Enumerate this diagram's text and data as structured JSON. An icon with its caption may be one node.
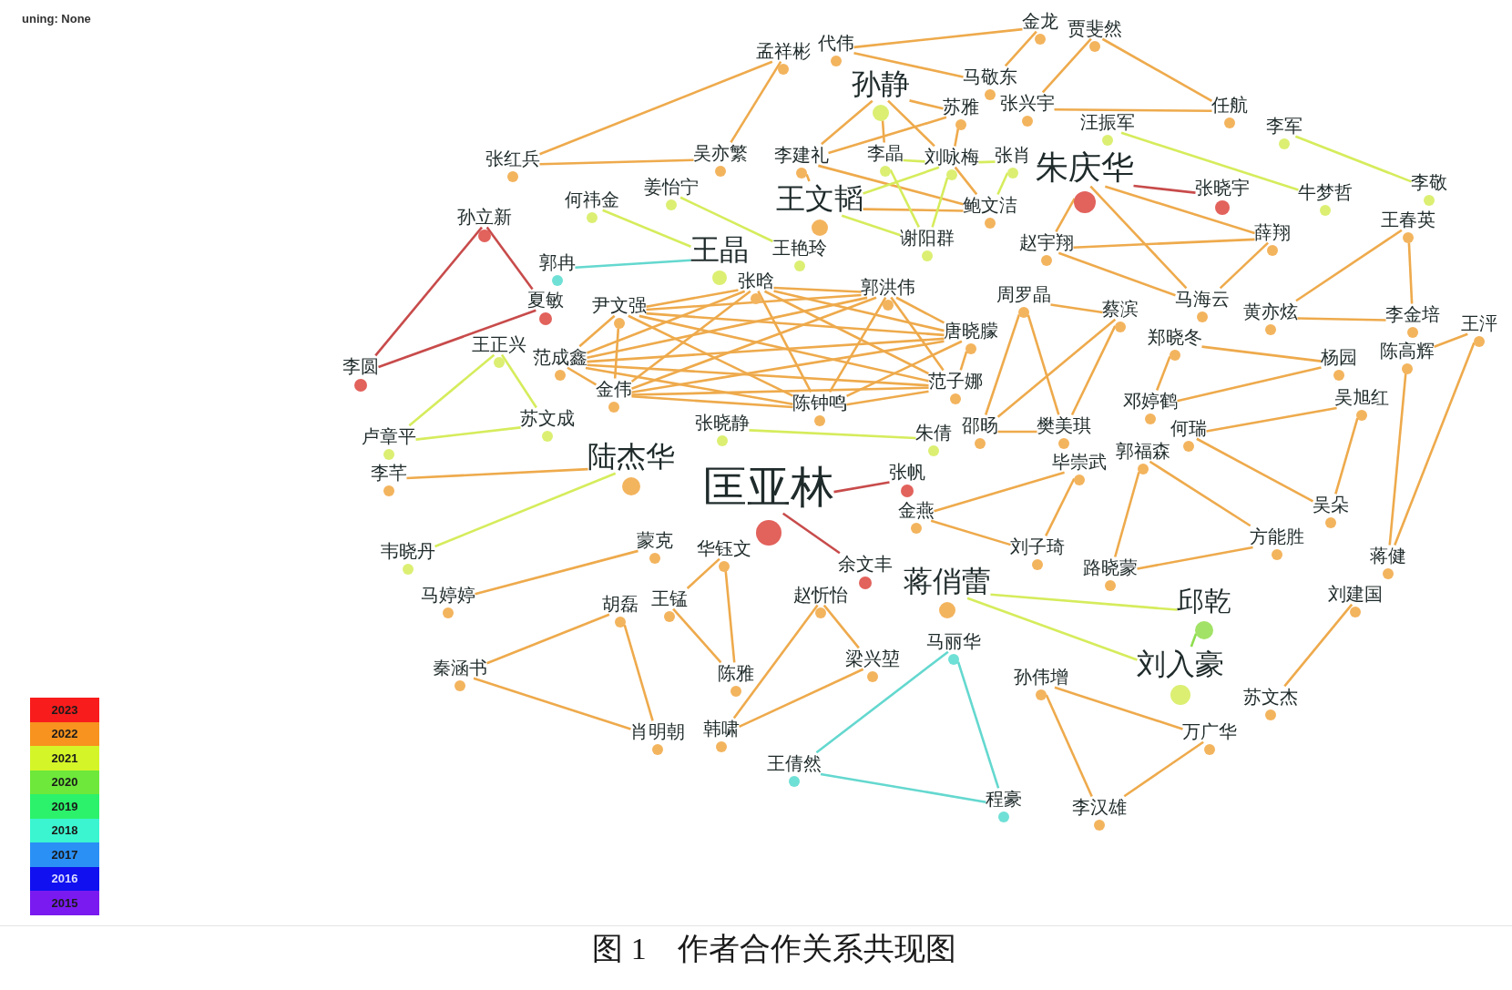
{
  "diagram": {
    "caption": "图 1　作者合作关系共现图",
    "nodes": [
      {
        "text": [
          "金龙"
        ]
      },
      {
        "text": [
          "贾斐然"
        ]
      },
      {
        "text": [
          "代伟"
        ]
      },
      {
        "text": [
          "孟祥彬"
        ]
      },
      {
        "text": [
          "马敬东"
        ]
      },
      {
        "text": [
          "孙静"
        ]
      },
      {
        "text": [
          "苏雅"
        ]
      },
      {
        "text": [
          "张兴宇"
        ]
      },
      {
        "text": [
          "任航"
        ]
      },
      {
        "text": [
          "李军"
        ]
      },
      {
        "text": [
          "汪振军"
        ]
      },
      {
        "text": [
          "张红兵"
        ]
      },
      {
        "text": [
          "吴亦繁"
        ]
      },
      {
        "text": [
          "李建礼"
        ]
      },
      {
        "text": [
          "李晶"
        ]
      },
      {
        "text": [
          "刘咏梅"
        ]
      },
      {
        "text": [
          "张肖"
        ]
      },
      {
        "text": [
          "朱庆华"
        ]
      },
      {
        "text": [
          "李敬"
        ]
      },
      {
        "text": [
          "张晓宇"
        ]
      },
      {
        "text": [
          "牛梦哲"
        ]
      },
      {
        "text": [
          "何祎金"
        ]
      },
      {
        "text": [
          "姜怡宁"
        ]
      },
      {
        "text": [
          "王文韬"
        ]
      },
      {
        "text": [
          "鲍文洁"
        ]
      },
      {
        "text": [
          "孙立新"
        ]
      },
      {
        "text": [
          "王春英"
        ]
      },
      {
        "text": [
          "薛翔"
        ]
      },
      {
        "text": [
          "王艳玲"
        ]
      },
      {
        "text": [
          "谢阳群"
        ]
      },
      {
        "text": [
          "赵宇翔"
        ]
      },
      {
        "text": [
          "郭冉"
        ]
      },
      {
        "text": [
          "王晶"
        ]
      },
      {
        "text": [
          "夏敏"
        ]
      },
      {
        "text": [
          "尹文强"
        ]
      },
      {
        "text": [
          "张晗"
        ]
      },
      {
        "text": [
          "郭洪伟"
        ]
      },
      {
        "text": [
          "周罗晶"
        ]
      },
      {
        "text": [
          "马海云"
        ]
      },
      {
        "text": [
          "黄亦炫"
        ]
      },
      {
        "text": [
          "蔡滨"
        ]
      },
      {
        "text": [
          "李金培"
        ]
      },
      {
        "text": [
          "王泙"
        ]
      },
      {
        "text": [
          "郑晓冬"
        ]
      },
      {
        "text": [
          "唐晓朦"
        ]
      },
      {
        "text": [
          "范成鑫"
        ]
      },
      {
        "text": [
          "王正兴"
        ]
      },
      {
        "text": [
          "杨园"
        ]
      },
      {
        "text": [
          "陈高辉"
        ]
      },
      {
        "text": [
          "李圆"
        ]
      },
      {
        "text": [
          "范子娜"
        ]
      },
      {
        "text": [
          "金伟"
        ]
      },
      {
        "text": [
          "邓婷鹤"
        ]
      },
      {
        "text": [
          "吴旭红"
        ]
      },
      {
        "text": [
          "陈钟鸣"
        ]
      },
      {
        "text": [
          "苏文成"
        ]
      },
      {
        "text": [
          "卢章平"
        ]
      },
      {
        "text": [
          "何瑞"
        ]
      },
      {
        "text": [
          "朱倩"
        ]
      },
      {
        "text": [
          "邵旸"
        ]
      },
      {
        "text": [
          "樊美琪"
        ]
      },
      {
        "text": [
          "张晓静"
        ]
      },
      {
        "text": [
          "毕崇武"
        ]
      },
      {
        "text": [
          "郭福森"
        ]
      },
      {
        "text": [
          "陆杰华"
        ]
      },
      {
        "text": [
          "李芊"
        ]
      },
      {
        "text": [
          "张帆"
        ]
      },
      {
        "text": [
          "匡亚林"
        ]
      },
      {
        "text": [
          "吴朵"
        ]
      },
      {
        "text": [
          "金燕"
        ]
      },
      {
        "text": [
          "方能胜"
        ]
      },
      {
        "text": [
          "刘子琦"
        ]
      },
      {
        "text": [
          "蒙克"
        ]
      },
      {
        "text": [
          "华钰文"
        ]
      },
      {
        "text": [
          "韦晓丹"
        ]
      },
      {
        "text": [
          "蒋健"
        ]
      },
      {
        "text": [
          "余文丰"
        ]
      },
      {
        "text": [
          "路晓蒙"
        ]
      },
      {
        "text": [
          "蒋俏蕾"
        ]
      },
      {
        "text": [
          "马婷婷"
        ]
      },
      {
        "text": [
          "刘建国"
        ]
      },
      {
        "text": [
          "赵忻怡"
        ]
      },
      {
        "text": [
          "胡磊"
        ]
      },
      {
        "text": [
          "王锰"
        ]
      },
      {
        "text": [
          "邱乾"
        ]
      },
      {
        "text": [
          "马丽华"
        ]
      },
      {
        "text": [
          "梁兴堃"
        ]
      },
      {
        "text": [
          "秦涵书"
        ]
      },
      {
        "text": [
          "陈雅"
        ]
      },
      {
        "text": [
          "刘入豪"
        ]
      },
      {
        "text": [
          "孙伟增"
        ]
      },
      {
        "text": [
          "苏文杰"
        ]
      },
      {
        "text": [
          "肖明朝"
        ]
      },
      {
        "text": [
          "韩啸"
        ]
      },
      {
        "text": [
          "万广华"
        ]
      },
      {
        "text": [
          "王倩然"
        ]
      },
      {
        "text": [
          "程豪"
        ]
      },
      {
        "text": [
          "李汉雄"
        ]
      }
    ],
    "edges": [
      {
        "from": 2,
        "to": 0,
        "arrow": "none"
      },
      {
        "from": 2,
        "to": 4,
        "arrow": "none"
      },
      {
        "from": 0,
        "to": 4,
        "arrow": "none"
      },
      {
        "from": 1,
        "to": 7,
        "arrow": "none"
      },
      {
        "from": 1,
        "to": 8,
        "arrow": "none"
      },
      {
        "from": 7,
        "to": 8,
        "arrow": "none"
      },
      {
        "from": 9,
        "to": 18,
        "arrow": "none",
        "color": "#d6ec5c"
      },
      {
        "from": 10,
        "to": 20,
        "arrow": "none",
        "color": "#d6ec5c"
      },
      {
        "from": 3,
        "to": 11,
        "arrow": "none"
      },
      {
        "from": 3,
        "to": 12,
        "arrow": "none"
      },
      {
        "from": 11,
        "to": 12,
        "arrow": "none"
      },
      {
        "from": 5,
        "to": 13,
        "arrow": "none"
      },
      {
        "from": 5,
        "to": 14,
        "arrow": "none"
      },
      {
        "from": 5,
        "to": 6,
        "arrow": "none"
      },
      {
        "from": 5,
        "to": 15,
        "arrow": "none"
      },
      {
        "from": 6,
        "to": 13,
        "arrow": "none"
      },
      {
        "from": 6,
        "to": 15,
        "arrow": "none"
      },
      {
        "from": 13,
        "to": 23,
        "arrow": "none"
      },
      {
        "from": 13,
        "to": 24,
        "arrow": "none"
      },
      {
        "from": 23,
        "to": 24,
        "arrow": "none"
      },
      {
        "from": 15,
        "to": 24,
        "arrow": "none"
      },
      {
        "from": 14,
        "to": 15,
        "arrow": "none",
        "color": "#d6ec5c"
      },
      {
        "from": 14,
        "to": 29,
        "arrow": "none",
        "color": "#d6ec5c"
      },
      {
        "from": 15,
        "to": 16,
        "arrow": "none",
        "color": "#d6ec5c"
      },
      {
        "from": 15,
        "to": 29,
        "arrow": "none",
        "color": "#d6ec5c"
      },
      {
        "from": 23,
        "to": 15,
        "arrow": "none",
        "color": "#d6ec5c"
      },
      {
        "from": 23,
        "to": 29,
        "arrow": "none",
        "color": "#d6ec5c"
      },
      {
        "from": 16,
        "to": 24,
        "arrow": "none",
        "color": "#d6ec5c"
      },
      {
        "from": 17,
        "to": 19,
        "arrow": "none",
        "color": "#c84b4b"
      },
      {
        "from": 17,
        "to": 30,
        "arrow": "none"
      },
      {
        "from": 17,
        "to": 27,
        "arrow": "none"
      },
      {
        "from": 17,
        "to": 38,
        "arrow": "none"
      },
      {
        "from": 30,
        "to": 27,
        "arrow": "none"
      },
      {
        "from": 30,
        "to": 38,
        "arrow": "none"
      },
      {
        "from": 27,
        "to": 38,
        "arrow": "none"
      },
      {
        "from": 26,
        "to": 39,
        "arrow": "none"
      },
      {
        "from": 26,
        "to": 41,
        "arrow": "none"
      },
      {
        "from": 39,
        "to": 41,
        "arrow": "none"
      },
      {
        "from": 25,
        "to": 33,
        "arrow": "none",
        "color": "#c84b4b"
      },
      {
        "from": 25,
        "to": 49,
        "arrow": "none",
        "color": "#c84b4b"
      },
      {
        "from": 33,
        "to": 49,
        "arrow": "none",
        "color": "#c84b4b"
      },
      {
        "from": 31,
        "to": 32,
        "arrow": "none",
        "color": "#64d8cf"
      },
      {
        "from": 21,
        "to": 32,
        "arrow": "none",
        "color": "#d6ec5c"
      },
      {
        "from": 22,
        "to": 28,
        "arrow": "none",
        "color": "#d6ec5c"
      },
      {
        "from": 34,
        "to": 35,
        "arrow": "none"
      },
      {
        "from": 34,
        "to": 36,
        "arrow": "none"
      },
      {
        "from": 34,
        "to": 44,
        "arrow": "none"
      },
      {
        "from": 34,
        "to": 45,
        "arrow": "none"
      },
      {
        "from": 34,
        "to": 50,
        "arrow": "none"
      },
      {
        "from": 34,
        "to": 51,
        "arrow": "none"
      },
      {
        "from": 34,
        "to": 54,
        "arrow": "none"
      },
      {
        "from": 35,
        "to": 36,
        "arrow": "none"
      },
      {
        "from": 35,
        "to": 44,
        "arrow": "none"
      },
      {
        "from": 35,
        "to": 45,
        "arrow": "none"
      },
      {
        "from": 35,
        "to": 50,
        "arrow": "none"
      },
      {
        "from": 35,
        "to": 51,
        "arrow": "none"
      },
      {
        "from": 35,
        "to": 54,
        "arrow": "none"
      },
      {
        "from": 36,
        "to": 44,
        "arrow": "none"
      },
      {
        "from": 36,
        "to": 45,
        "arrow": "none"
      },
      {
        "from": 36,
        "to": 50,
        "arrow": "none"
      },
      {
        "from": 36,
        "to": 51,
        "arrow": "none"
      },
      {
        "from": 36,
        "to": 54,
        "arrow": "none"
      },
      {
        "from": 44,
        "to": 45,
        "arrow": "none"
      },
      {
        "from": 44,
        "to": 50,
        "arrow": "none"
      },
      {
        "from": 44,
        "to": 51,
        "arrow": "none"
      },
      {
        "from": 44,
        "to": 54,
        "arrow": "none"
      },
      {
        "from": 45,
        "to": 50,
        "arrow": "none"
      },
      {
        "from": 45,
        "to": 51,
        "arrow": "none"
      },
      {
        "from": 45,
        "to": 54,
        "arrow": "none"
      },
      {
        "from": 50,
        "to": 51,
        "arrow": "none"
      },
      {
        "from": 50,
        "to": 54,
        "arrow": "none"
      },
      {
        "from": 51,
        "to": 54,
        "arrow": "none"
      },
      {
        "from": 46,
        "to": 56,
        "arrow": "none",
        "color": "#d6ec5c"
      },
      {
        "from": 46,
        "to": 55,
        "arrow": "none",
        "color": "#d6ec5c"
      },
      {
        "from": 56,
        "to": 55,
        "arrow": "none",
        "color": "#d6ec5c"
      },
      {
        "from": 37,
        "to": 40,
        "arrow": "none"
      },
      {
        "from": 37,
        "to": 59,
        "arrow": "none"
      },
      {
        "from": 37,
        "to": 60,
        "arrow": "none"
      },
      {
        "from": 40,
        "to": 59,
        "arrow": "none"
      },
      {
        "from": 40,
        "to": 60,
        "arrow": "none"
      },
      {
        "from": 59,
        "to": 60,
        "arrow": "none"
      },
      {
        "from": 43,
        "to": 47,
        "arrow": "none"
      },
      {
        "from": 43,
        "to": 52,
        "arrow": "none"
      },
      {
        "from": 52,
        "to": 47,
        "arrow": "none"
      },
      {
        "from": 48,
        "to": 42,
        "arrow": "none"
      },
      {
        "from": 48,
        "to": 75,
        "arrow": "none"
      },
      {
        "from": 42,
        "to": 75,
        "arrow": "none"
      },
      {
        "from": 57,
        "to": 53,
        "arrow": "none"
      },
      {
        "from": 57,
        "to": 68,
        "arrow": "none"
      },
      {
        "from": 53,
        "to": 68,
        "arrow": "none"
      },
      {
        "from": 62,
        "to": 69,
        "arrow": "none"
      },
      {
        "from": 62,
        "to": 71,
        "arrow": "none"
      },
      {
        "from": 69,
        "to": 71,
        "arrow": "none"
      },
      {
        "from": 63,
        "to": 77,
        "arrow": "none"
      },
      {
        "from": 63,
        "to": 70,
        "arrow": "none"
      },
      {
        "from": 77,
        "to": 70,
        "arrow": "none"
      },
      {
        "from": 61,
        "to": 58,
        "arrow": "none",
        "color": "#d6ec5c"
      },
      {
        "from": 65,
        "to": 64,
        "arrow": "none"
      },
      {
        "from": 74,
        "to": 64,
        "arrow": "none",
        "color": "#d6ec5c"
      },
      {
        "from": 67,
        "to": 66,
        "arrow": "none",
        "color": "#c84b4b"
      },
      {
        "from": 67,
        "to": 76,
        "arrow": "none",
        "color": "#c84b4b"
      },
      {
        "from": 78,
        "to": 84,
        "arrow": "none",
        "color": "#d6ec5c"
      },
      {
        "from": 78,
        "to": 89,
        "arrow": "none",
        "color": "#d6ec5c"
      },
      {
        "from": 84,
        "to": 89,
        "arrow": "none",
        "color": "#8ede4e"
      },
      {
        "from": 80,
        "to": 91,
        "arrow": "none"
      },
      {
        "from": 90,
        "to": 94,
        "arrow": "none"
      },
      {
        "from": 90,
        "to": 97,
        "arrow": "none"
      },
      {
        "from": 97,
        "to": 94,
        "arrow": "none"
      },
      {
        "from": 85,
        "to": 95,
        "arrow": "none",
        "color": "#64d8cf"
      },
      {
        "from": 85,
        "to": 96,
        "arrow": "none",
        "color": "#64d8cf"
      },
      {
        "from": 95,
        "to": 96,
        "arrow": "none",
        "color": "#64d8cf"
      },
      {
        "from": 81,
        "to": 86,
        "arrow": "none"
      },
      {
        "from": 81,
        "to": 93,
        "arrow": "none"
      },
      {
        "from": 86,
        "to": 93,
        "arrow": "none"
      },
      {
        "from": 82,
        "to": 87,
        "arrow": "none"
      },
      {
        "from": 82,
        "to": 92,
        "arrow": "none"
      },
      {
        "from": 87,
        "to": 92,
        "arrow": "none"
      },
      {
        "from": 83,
        "to": 73,
        "arrow": "none"
      },
      {
        "from": 83,
        "to": 88,
        "arrow": "none"
      },
      {
        "from": 73,
        "to": 88,
        "arrow": "none"
      },
      {
        "from": 72,
        "to": 79,
        "arrow": "none"
      }
    ],
    "labels": [
      "uning: None"
    ],
    "legend": [
      {
        "text": "2023",
        "color": "#f81c1c"
      },
      {
        "text": "2022",
        "color": "#f7931e"
      },
      {
        "text": "2021",
        "color": "#d4f528"
      },
      {
        "text": "2020",
        "color": "#6ee83a"
      },
      {
        "text": "2019",
        "color": "#2bf26a"
      },
      {
        "text": "2018",
        "color": "#3af5d0"
      },
      {
        "text": "2017",
        "color": "#2a90f5"
      },
      {
        "text": "2016",
        "color": "#1010f0"
      },
      {
        "text": "2015",
        "color": "#7a1af0"
      }
    ]
  }
}
